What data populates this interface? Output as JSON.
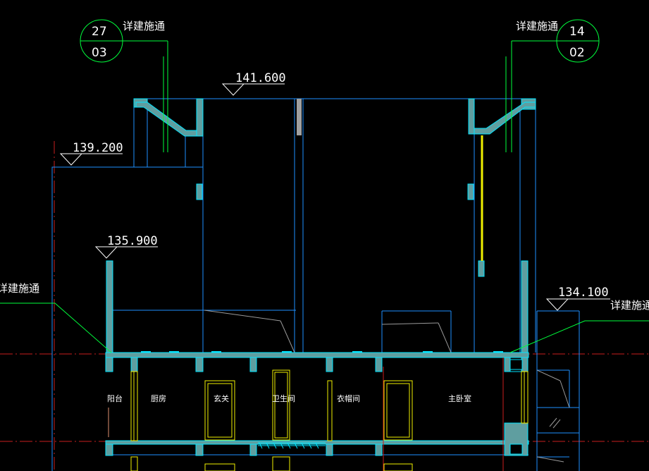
{
  "drawing": {
    "background": "#000000",
    "colors": {
      "wall_fill": "#5f9ea0",
      "wall_edge": "#00e5ff",
      "thin_line": "#1e90ff",
      "leader": "#00ff3c",
      "axis": "#c81e1e",
      "door": "#f0f000",
      "gray_block": "#a0a0a0"
    },
    "detail_refs": [
      {
        "top": "27",
        "bottom": "03",
        "note": "详建施通"
      },
      {
        "top": "14",
        "bottom": "02",
        "note": "详建施通"
      }
    ],
    "side_notes": {
      "left": "详建施通",
      "right": "详建施通"
    },
    "elevations": {
      "top": "141.600",
      "left_high": "139.200",
      "left_low": "135.900",
      "right": "134.100"
    },
    "rooms": {
      "balcony": "阳台",
      "kitchen": "厨房",
      "entry": "玄关",
      "bathroom": "卫生间",
      "cloakroom": "衣帽间",
      "master_bedroom": "主卧室"
    }
  }
}
